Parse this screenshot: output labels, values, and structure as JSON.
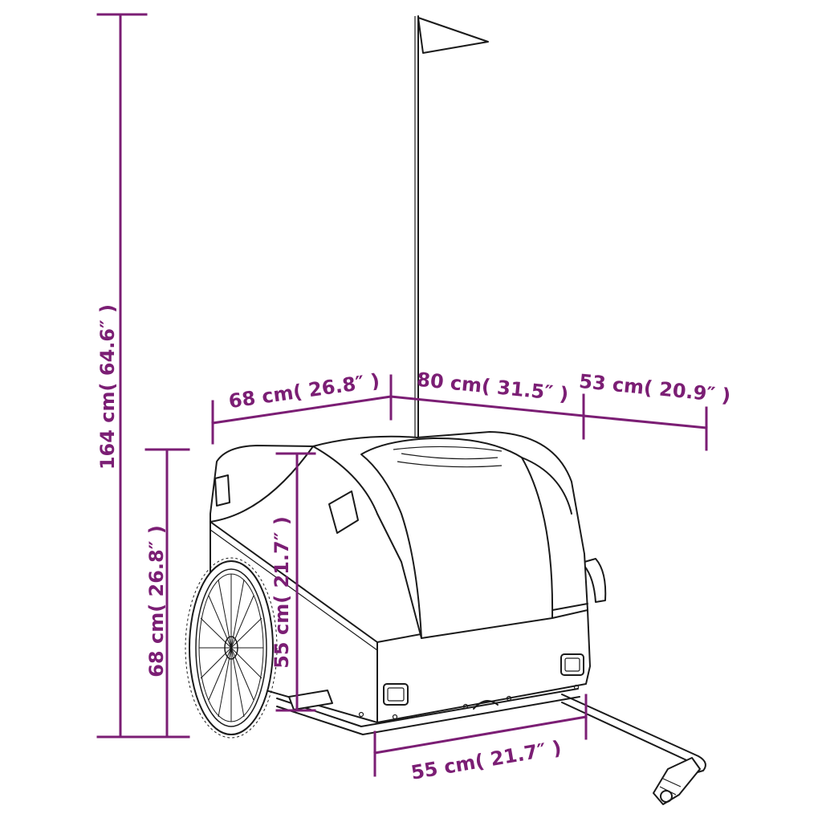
{
  "dimensions": {
    "total_height": "164 cm( 64.6″ )",
    "body_height": "68 cm( 26.8″ )",
    "inner_height": "55 cm( 21.7″ )",
    "top_width": "68 cm( 26.8″ )",
    "top_length": "80 cm( 31.5″ )",
    "drawbar_length": "53 cm( 20.9″ )",
    "bottom_length": "55 cm( 21.7″ )"
  },
  "colors": {
    "dimension": "#7b1e74",
    "outline": "#1a1a1a"
  },
  "icons": [
    "bike-trailer-drawing",
    "flag-icon",
    "wheel-icon",
    "tow-hitch-icon"
  ]
}
